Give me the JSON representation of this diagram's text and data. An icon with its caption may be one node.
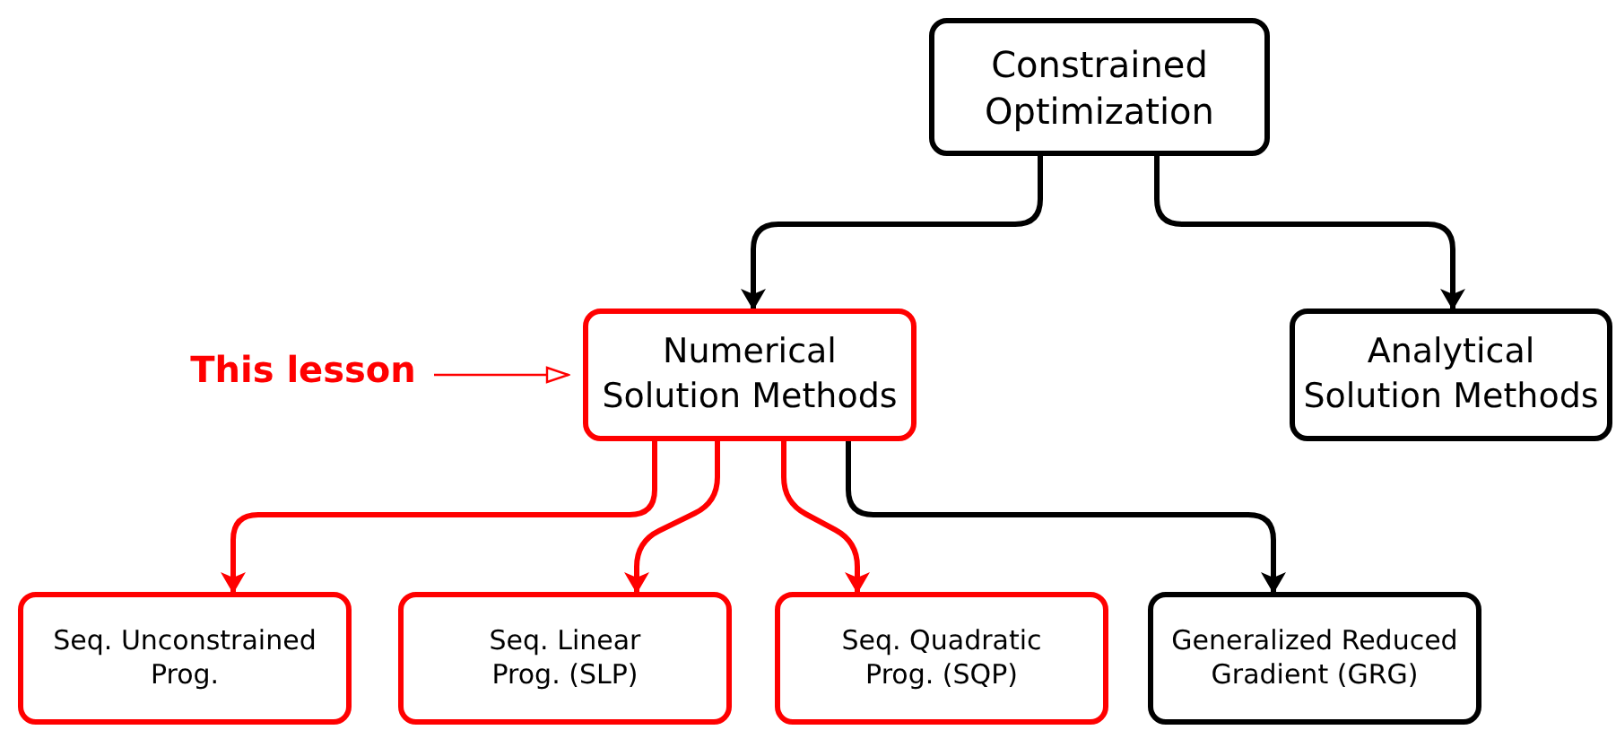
{
  "diagram": {
    "nodes": [
      {
        "text": [
          "Constrained Optimization"
        ]
      },
      {
        "text": [
          "Numerical Solution Methods"
        ]
      },
      {
        "text": [
          "Analytical Solution Methods"
        ]
      },
      {
        "text": [
          "Seq. Unconstrained Prog."
        ]
      },
      {
        "text": [
          "Seq. Linear Prog. (SLP)"
        ]
      },
      {
        "text": [
          "Seq. Quadratic Prog. (SQP)"
        ]
      },
      {
        "text": [
          "Generalized Reduced Gradient (GRG)"
        ]
      },
      {
        "text": [
          "This lesson"
        ]
      }
    ],
    "edges": [
      {
        "from": 0,
        "to": 1,
        "arrow": "to",
        "color": "#000000"
      },
      {
        "from": 0,
        "to": 2,
        "arrow": "to",
        "color": "#000000"
      },
      {
        "from": 1,
        "to": 3,
        "arrow": "to",
        "color": "#ff0000"
      },
      {
        "from": 1,
        "to": 4,
        "arrow": "to",
        "color": "#ff0000"
      },
      {
        "from": 1,
        "to": 5,
        "arrow": "to",
        "color": "#ff0000"
      },
      {
        "from": 1,
        "to": 6,
        "arrow": "to",
        "color": "#000000"
      },
      {
        "from": 7,
        "to": 1,
        "arrow": "to",
        "color": "#ff0000"
      }
    ]
  }
}
